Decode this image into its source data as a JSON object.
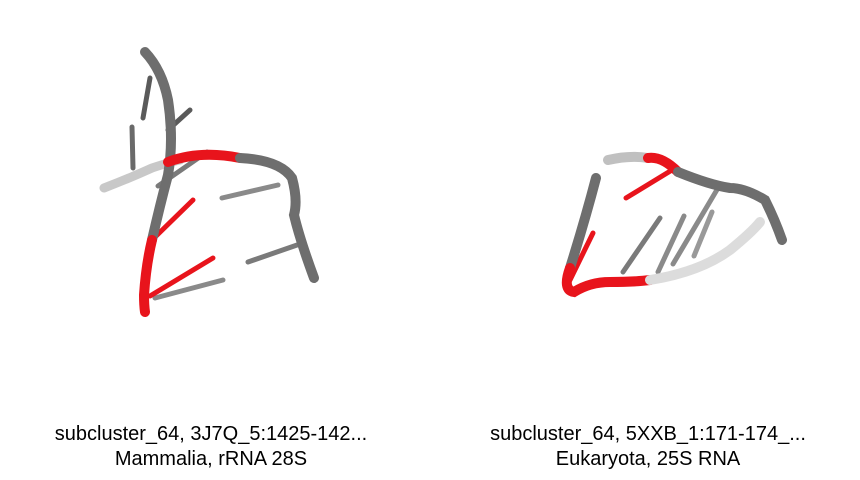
{
  "panels": [
    {
      "title": "subcluster_64, 3J7Q_5:1425-142...",
      "subtitle": "Mammalia, rRNA 28S"
    },
    {
      "title": "subcluster_64, 5XXB_1:171-174_...",
      "subtitle": "Eukaryota, 25S RNA"
    }
  ],
  "colors": {
    "backbone": "#6e6e6e",
    "backbone_light": "#c8c8c8",
    "highlight": "#e8141c",
    "background": "#ffffff"
  }
}
